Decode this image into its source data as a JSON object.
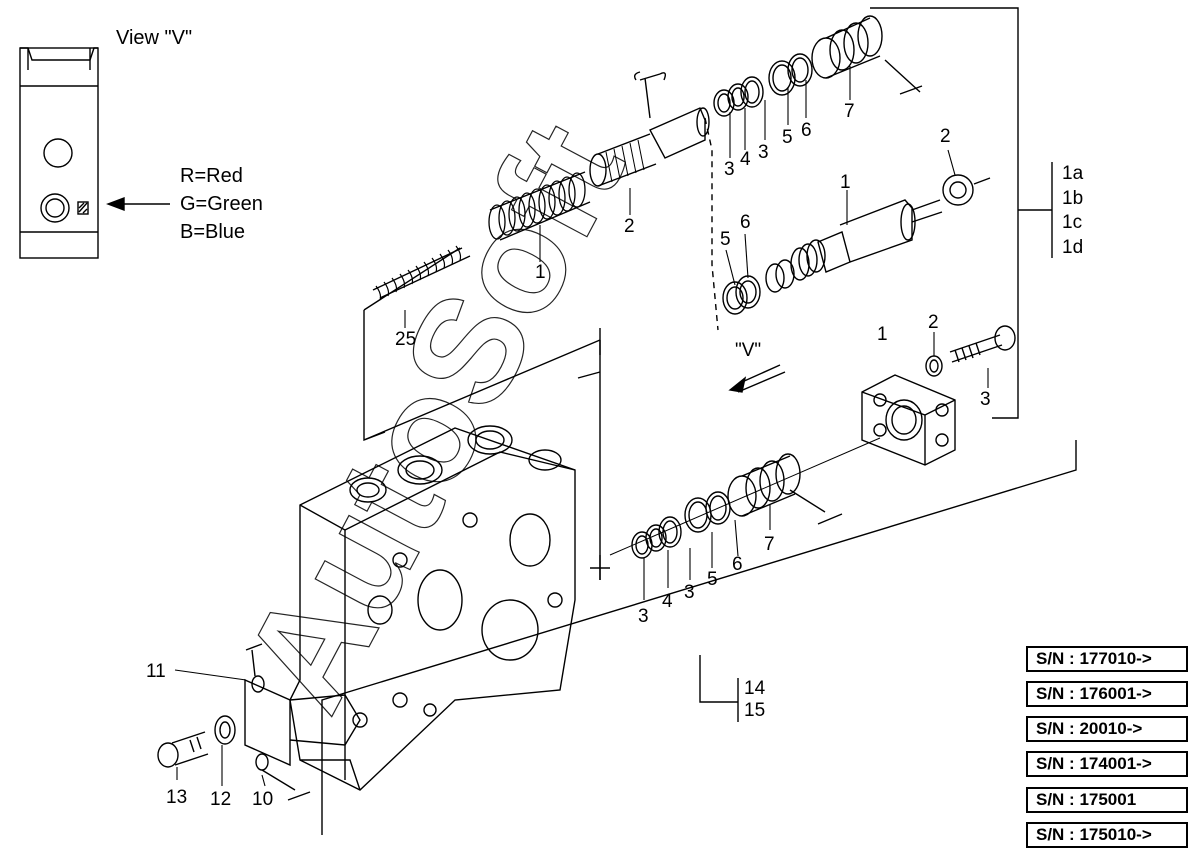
{
  "view": {
    "title": "View \"V\"",
    "legend": [
      "R=Red",
      "G=Green",
      "B=Blue"
    ]
  },
  "view_marker": "\"V\"",
  "group_labels": [
    "1a",
    "1b",
    "1c",
    "1d"
  ],
  "sub_labels": [
    "14",
    "15"
  ],
  "callouts": {
    "top_spring_small": "25",
    "top_spring_big": "1",
    "top_sleeve": "2",
    "top_seal_3a": "3",
    "top_seal_4": "4",
    "top_seal_3b": "3",
    "top_ring_5": "5",
    "top_ring_6": "6",
    "top_cap_7": "7",
    "mid_spool": "1",
    "mid_nut": "2",
    "mid_ring_5": "5",
    "mid_ring_6": "6",
    "flange": "1",
    "washer": "2",
    "bolt": "3",
    "bot_seal_3a": "3",
    "bot_seal_4": "4",
    "bot_seal_3b": "3",
    "bot_ring_5": "5",
    "bot_ring_6": "6",
    "bot_cap_7": "7",
    "plug_11": "11",
    "screw_13": "13",
    "washer_12": "12",
    "plug_10": "10"
  },
  "serial_numbers": [
    "S/N : 177010->",
    "S/N : 176001->",
    "S/N : 20010->",
    "S/N : 174001->",
    "S/N : 175001",
    "S/N : 175010->"
  ],
  "watermark": "AutoSoft",
  "colors": {
    "line": "#000000",
    "background": "#ffffff"
  }
}
